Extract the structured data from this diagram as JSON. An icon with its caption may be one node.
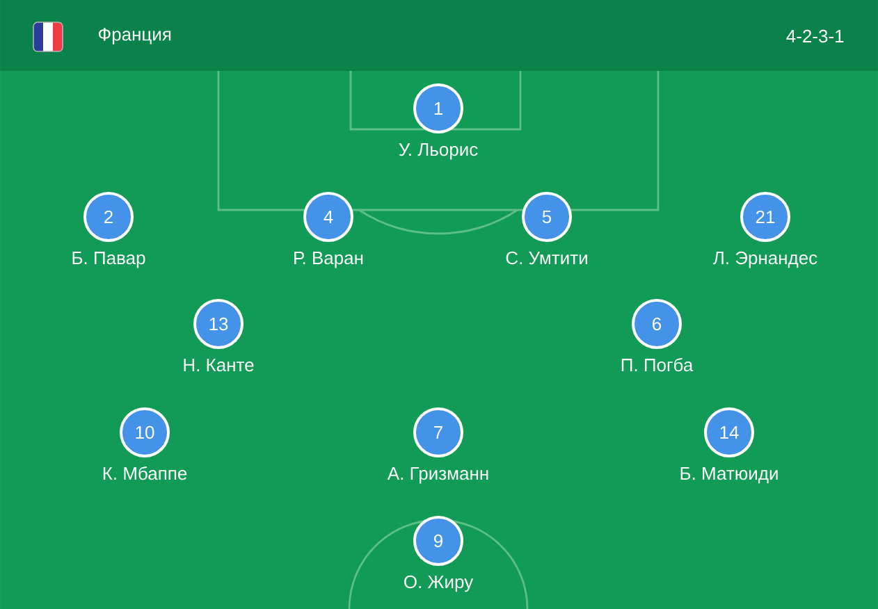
{
  "diagram": {
    "title": "Франция",
    "nodes": [
      {
        "text": [
          "1"
        ],
        "beside": [
          "У. Льорис"
        ]
      },
      {
        "text": [
          "2"
        ],
        "beside": [
          "Б. Павар"
        ]
      },
      {
        "text": [
          "4"
        ],
        "beside": [
          "Р. Варан"
        ]
      },
      {
        "text": [
          "5"
        ],
        "beside": [
          "С. Умтити"
        ]
      },
      {
        "text": [
          "21"
        ],
        "beside": [
          "Л. Эрнандес"
        ]
      },
      {
        "text": [
          "13"
        ],
        "beside": [
          "Н. Канте"
        ]
      },
      {
        "text": [
          "6"
        ],
        "beside": [
          "П. Погба"
        ]
      },
      {
        "text": [
          "10"
        ],
        "beside": [
          "К. Мбаппе"
        ]
      },
      {
        "text": [
          "7"
        ],
        "beside": [
          "А. Гризманн"
        ]
      },
      {
        "text": [
          "14"
        ],
        "beside": [
          "Б. Матюиди"
        ]
      },
      {
        "text": [
          "9"
        ],
        "beside": [
          "О. Жиру"
        ]
      }
    ],
    "labels": [
      "4-2-3-1"
    ]
  }
}
